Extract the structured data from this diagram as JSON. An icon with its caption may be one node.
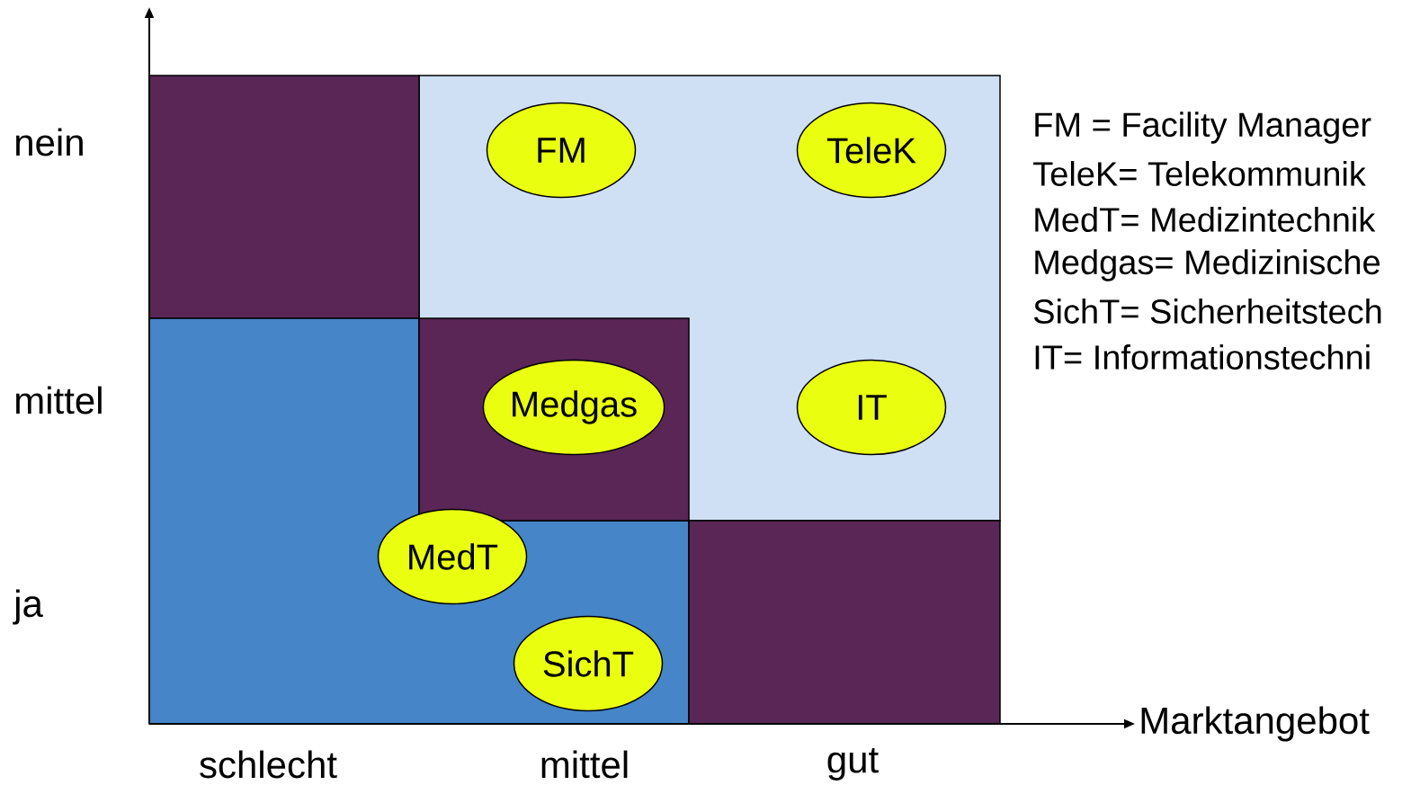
{
  "diagram": {
    "nodes": [
      {
        "text": [
          "FM"
        ]
      },
      {
        "text": [
          "TeleK"
        ]
      },
      {
        "text": [
          "Medgas"
        ]
      },
      {
        "text": [
          "IT"
        ]
      },
      {
        "text": [
          "MedT"
        ]
      },
      {
        "text": [
          "SichT"
        ]
      }
    ],
    "labels": [
      "FM = Facility Manager",
      "TeleK= Telekommunik",
      "nein",
      "MedT= Medizintechnik",
      "Medgas= Medizinische",
      "SichT= Sicherheitstech",
      "IT= Informationstechni",
      "mittel",
      "ja",
      "Marktangebot",
      "schlecht",
      "mittel",
      "gut"
    ]
  }
}
